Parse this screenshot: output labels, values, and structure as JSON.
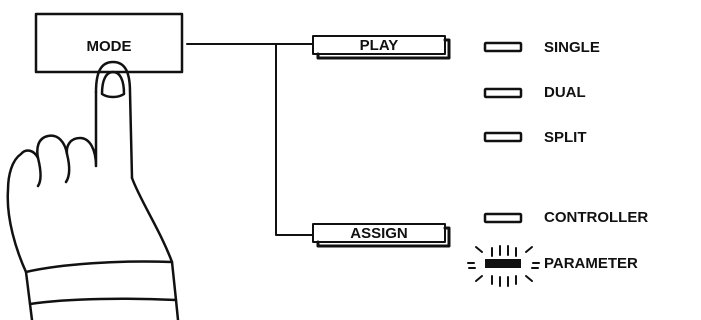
{
  "mode_button": {
    "label": "MODE"
  },
  "branches": [
    {
      "label": "PLAY",
      "options": [
        "SINGLE",
        "DUAL",
        "SPLIT"
      ]
    },
    {
      "label": "ASSIGN",
      "options": [
        "CONTROLLER",
        "PARAMETER"
      ]
    }
  ],
  "active_option": "PARAMETER",
  "colors": {
    "ink": "#111111",
    "background": "#ffffff"
  }
}
